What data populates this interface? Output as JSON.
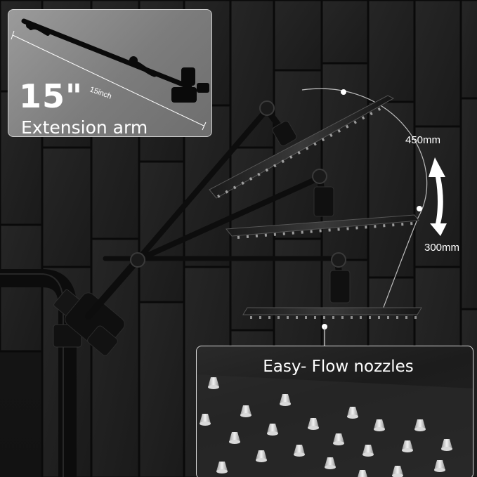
{
  "inset": {
    "size_number": "15\"",
    "inch_label": "15inch",
    "caption": "Extension arm"
  },
  "dimensions": {
    "upper": "450mm",
    "lower": "300mm"
  },
  "nozzles": {
    "caption": "Easy- Flow nozzles"
  },
  "colors": {
    "background": "#151515",
    "tile_grout": "#0a0a0a",
    "fixture_black": "#0e0e0e",
    "inset_gray": "#8a8a8a",
    "accent_white": "#ffffff"
  }
}
